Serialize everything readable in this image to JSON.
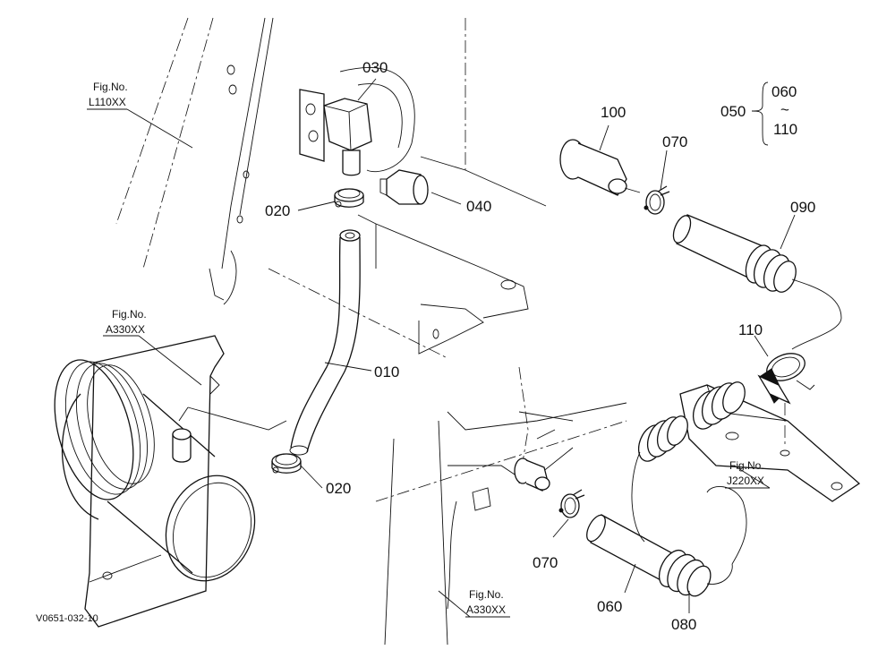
{
  "diagram": {
    "drawing_code": "V0651-032-10",
    "parts": [
      {
        "no": "010"
      },
      {
        "no": "020"
      },
      {
        "no": "020"
      },
      {
        "no": "030"
      },
      {
        "no": "040"
      },
      {
        "no": "060"
      },
      {
        "no": "070"
      },
      {
        "no": "070"
      },
      {
        "no": "080"
      },
      {
        "no": "090"
      },
      {
        "no": "100"
      },
      {
        "no": "110"
      }
    ],
    "group": {
      "no": "050",
      "range_start": "060",
      "range_tilde": "~",
      "range_end": "110"
    },
    "fig_refs": [
      {
        "label": "Fig.No.",
        "code": "L110XX"
      },
      {
        "label": "Fig.No.",
        "code": "A330XX"
      },
      {
        "label": "Fig.No.",
        "code": "A330XX"
      },
      {
        "label": "Fig.No.",
        "code": "J220XX"
      }
    ]
  }
}
